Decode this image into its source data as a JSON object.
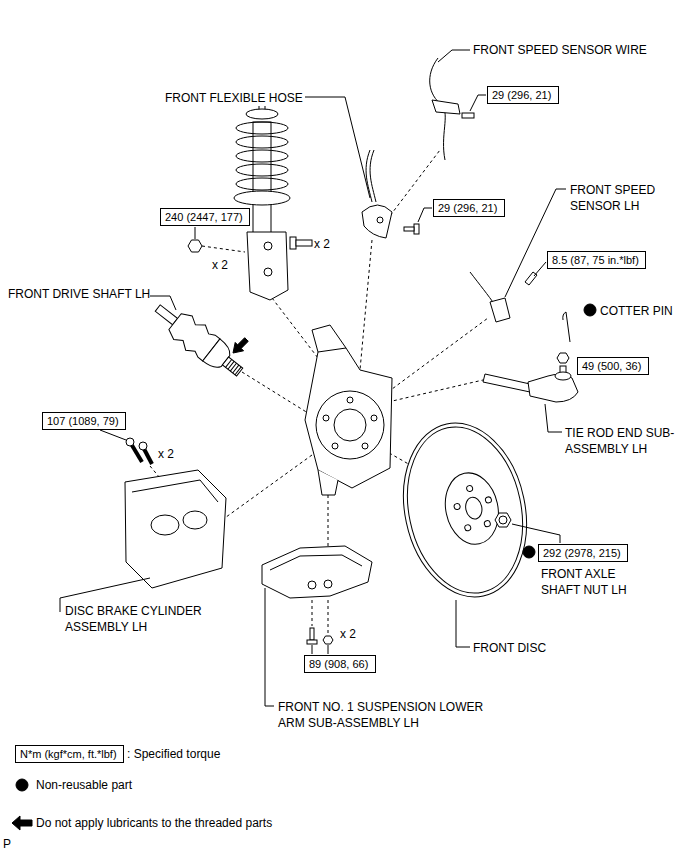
{
  "diagram": {
    "nodes": [
      {
        "text": [
          "29 (296, 21)"
        ]
      },
      {
        "text": [
          "29 (296, 21)"
        ]
      },
      {
        "text": [
          "240 (2447, 177)"
        ]
      },
      {
        "text": [
          "8.5 (87, 75 in.*lbf)"
        ]
      },
      {
        "text": [
          "49 (500, 36)"
        ]
      },
      {
        "text": [
          "107 (1089, 79)"
        ]
      },
      {
        "text": [
          "292 (2978, 215)"
        ]
      },
      {
        "text": [
          "89 (908, 66)"
        ]
      },
      {
        "text": [
          "N*m (kgf*cm, ft.*lbf)"
        ]
      }
    ],
    "labels": [
      "FRONT SPEED SENSOR WIRE",
      "FRONT FLEXIBLE HOSE",
      "x 2",
      "FRONT SPEED SENSOR LH",
      "x 2",
      "FRONT DRIVE SHAFT LH",
      "COTTER PIN",
      "TIE ROD END SUB-ASSEMBLY LH",
      "x 2",
      "FRONT AXLE SHAFT NUT LH",
      "DISC BRAKE CYLINDER ASSEMBLY LH",
      "x 2",
      "FRONT DISC",
      "FRONT NO. 1 SUSPENSION LOWER ARM SUB-ASSEMBLY LH",
      "P"
    ],
    "legend": [
      {
        "text": ": Specified torque"
      },
      {
        "text": "Non-reusable part"
      },
      {
        "text": "Do not apply lubricants to the threaded parts"
      }
    ]
  }
}
